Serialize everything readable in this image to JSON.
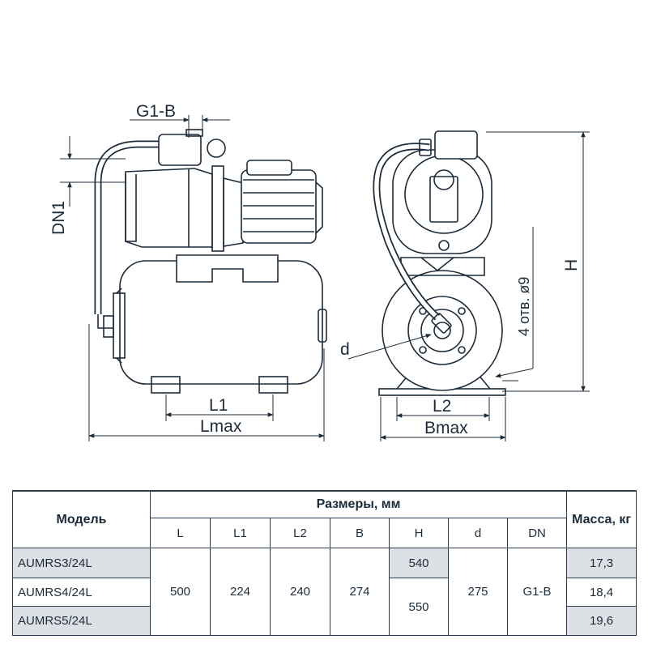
{
  "drawing": {
    "labels": {
      "g1b": "G1-B",
      "dn1": "DN1",
      "l1": "L1",
      "lmax": "Lmax",
      "d": "d",
      "h": "H",
      "holes": "4 отв. ø9",
      "l2": "L2",
      "bmax": "Bmax"
    }
  },
  "table": {
    "model_header": "Модель",
    "dims_header": "Размеры, мм",
    "mass_header": "Масса, кг",
    "columns": [
      "L",
      "L1",
      "L2",
      "B",
      "H",
      "d",
      "DN"
    ],
    "rows": [
      {
        "model": "AUMRS3/24L",
        "mass": "17,3"
      },
      {
        "model": "AUMRS4/24L",
        "mass": "18,4"
      },
      {
        "model": "AUMRS5/24L",
        "mass": "19,6"
      }
    ],
    "shared": {
      "L": "500",
      "L1": "224",
      "L2": "240",
      "B": "274",
      "d": "275",
      "DN": "G1-B"
    },
    "H_values": [
      "540",
      "550"
    ]
  }
}
